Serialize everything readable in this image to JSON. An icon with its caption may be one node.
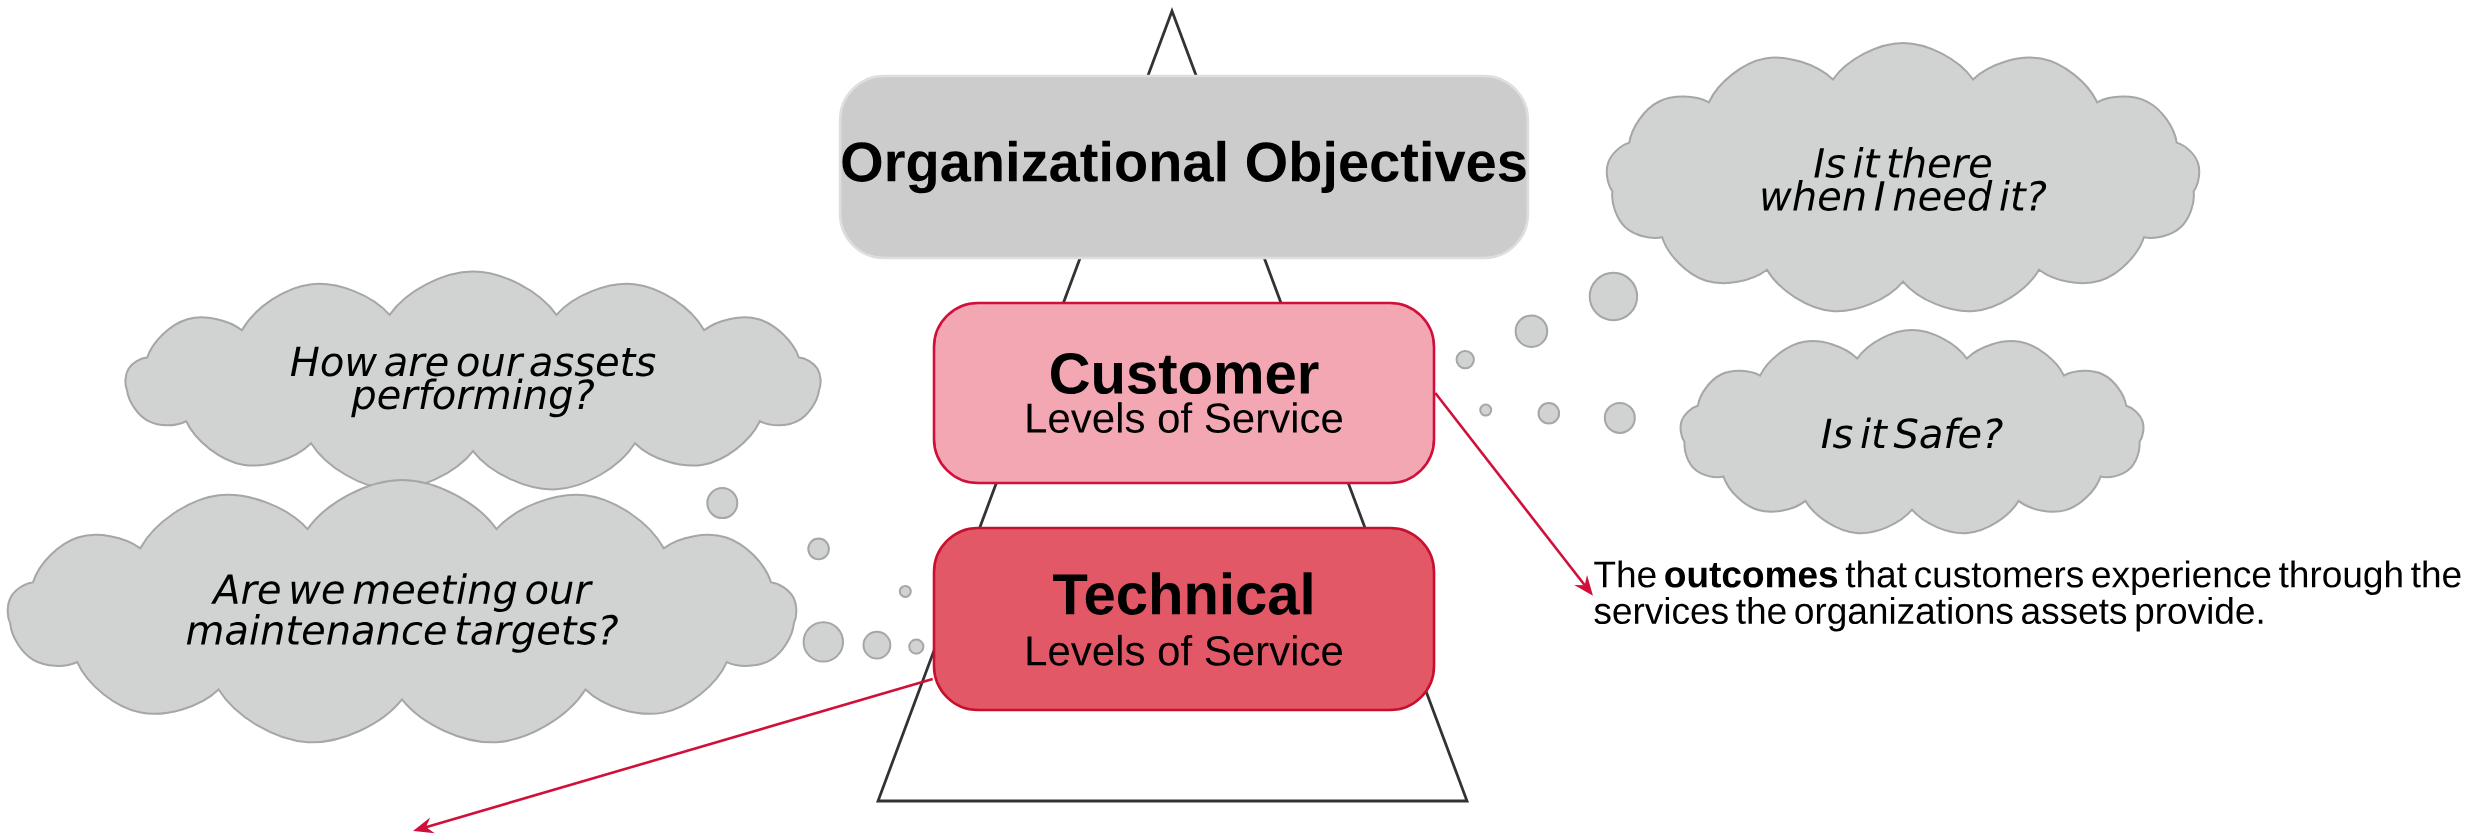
{
  "diagram": {
    "nodes": [
      {
        "text": [
          "Organizational Objectives"
        ]
      },
      {
        "text": [
          "Customer",
          "Levels of Service"
        ]
      },
      {
        "text": [
          "Technical",
          "Levels of Service"
        ]
      },
      {
        "text": [
          "Is it there when I need it?"
        ]
      },
      {
        "text": [
          "Is it Safe?"
        ]
      },
      {
        "text": [
          "How are our assets performing?"
        ]
      },
      {
        "text": [
          "Are we meeting our maintenance targets?"
        ]
      },
      {
        "text": [
          "The **outcomes** that customers experience through the services the organizations assets provide."
        ]
      }
    ],
    "edges": [
      {
        "from": 1,
        "to": 7,
        "arrow": "to"
      },
      {
        "from": 2,
        "to": null,
        "arrow": "to"
      }
    ]
  }
}
